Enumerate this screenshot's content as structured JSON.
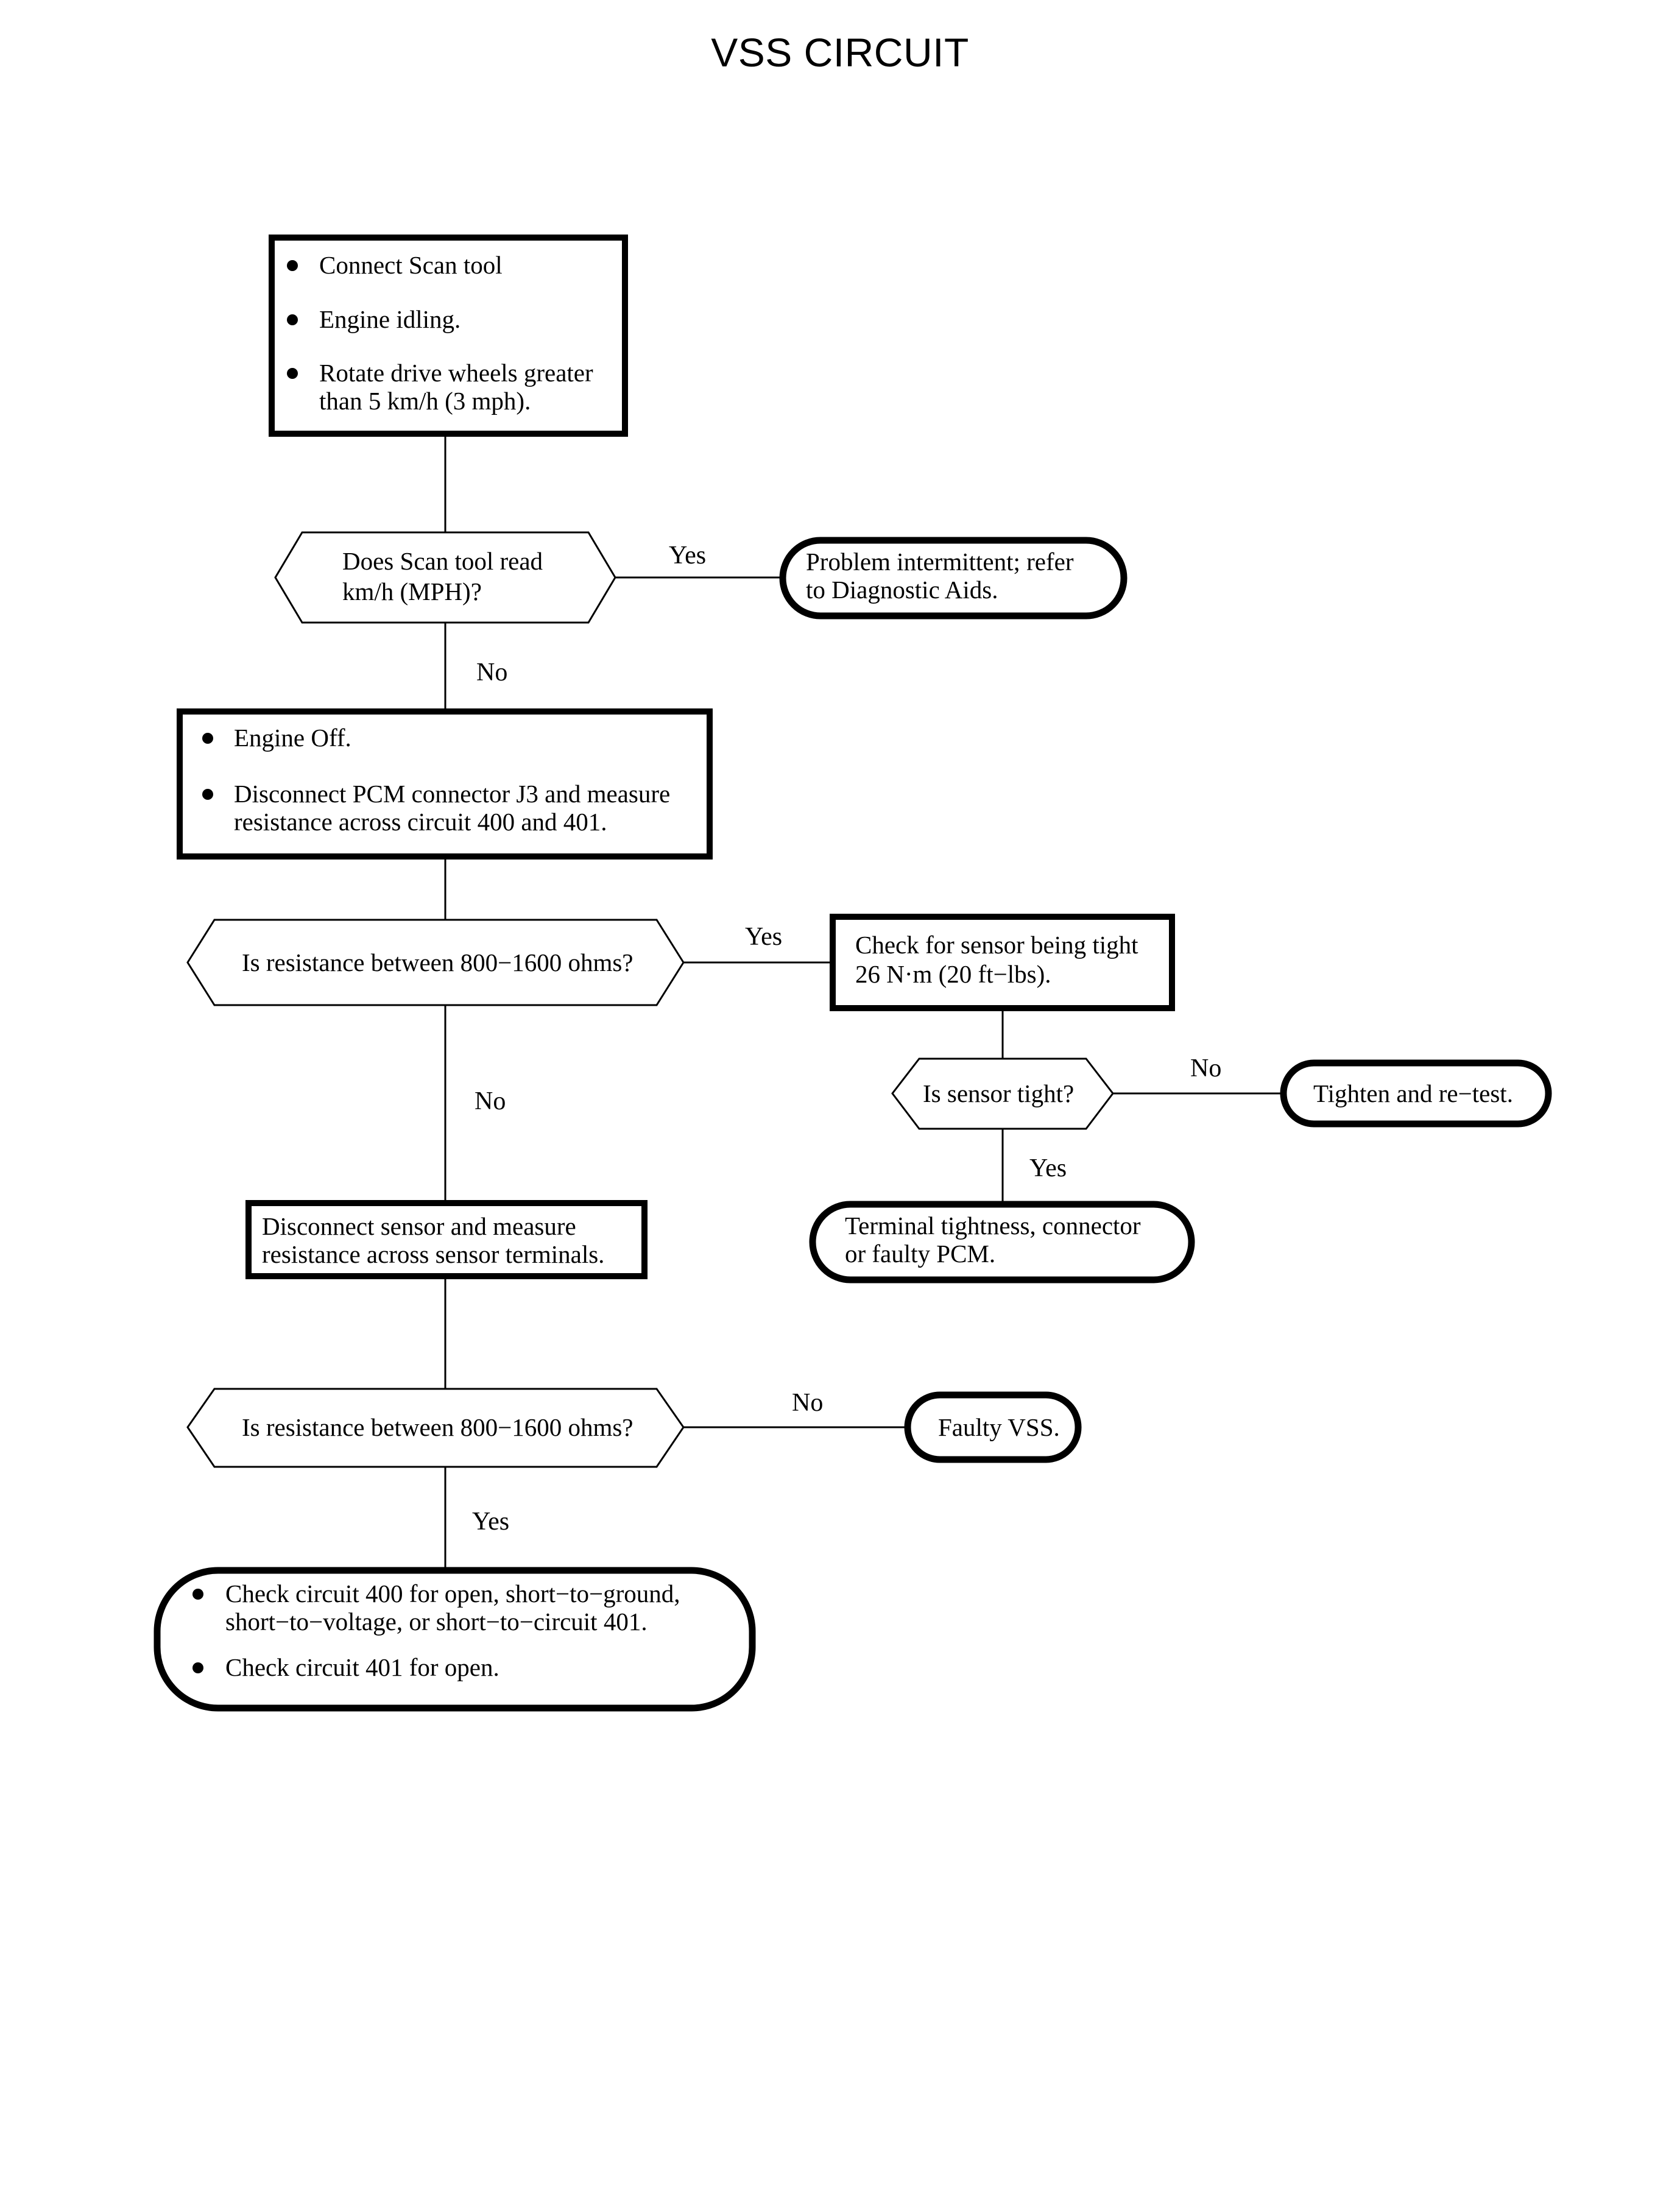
{
  "title": "VSS CIRCUIT",
  "diagram": {
    "type": "flowchart",
    "nodes": [
      {
        "id": "n1",
        "shape": "process",
        "name": "setup-steps-box",
        "bullets": [
          [
            "Connect Scan tool"
          ],
          [
            "Engine idling."
          ],
          [
            "Rotate drive wheels greater",
            "than 5 km/h (3 mph)."
          ]
        ]
      },
      {
        "id": "n2",
        "shape": "decision",
        "name": "scan-tool-reading-decision",
        "lines": [
          "Does Scan tool read",
          "km/h (MPH)?"
        ]
      },
      {
        "id": "n3",
        "shape": "terminator",
        "name": "problem-intermittent-terminator",
        "lines": [
          "Problem intermittent; refer",
          "to Diagnostic Aids."
        ]
      },
      {
        "id": "n4",
        "shape": "process",
        "name": "disconnect-pcm-box",
        "bullets": [
          [
            "Engine Off."
          ],
          [
            "Disconnect PCM connector J3 and measure",
            "resistance across circuit 400 and 401."
          ]
        ]
      },
      {
        "id": "n5",
        "shape": "decision",
        "name": "resistance-circuit-decision",
        "lines": [
          "Is resistance between 800−1600 ohms?"
        ]
      },
      {
        "id": "n6",
        "shape": "process",
        "name": "check-sensor-tight-box",
        "lines": [
          "Check for sensor being tight",
          "26 N·m (20 ft−lbs)."
        ]
      },
      {
        "id": "n7",
        "shape": "decision",
        "name": "sensor-tight-decision",
        "lines": [
          "Is sensor tight?"
        ]
      },
      {
        "id": "n8",
        "shape": "terminator",
        "name": "tighten-retest-terminator",
        "lines": [
          "Tighten and re−test."
        ]
      },
      {
        "id": "n9",
        "shape": "terminator",
        "name": "terminal-tightness-terminator",
        "lines": [
          "Terminal tightness, connector",
          "or faulty PCM."
        ]
      },
      {
        "id": "n10",
        "shape": "process",
        "name": "disconnect-sensor-box",
        "lines": [
          "Disconnect sensor and measure",
          "resistance across sensor terminals."
        ]
      },
      {
        "id": "n11",
        "shape": "decision",
        "name": "resistance-sensor-decision",
        "lines": [
          "Is resistance between 800−1600 ohms?"
        ]
      },
      {
        "id": "n12",
        "shape": "terminator",
        "name": "faulty-vss-terminator",
        "lines": [
          "Faulty VSS."
        ]
      },
      {
        "id": "n13",
        "shape": "terminator",
        "name": "check-circuits-terminator",
        "bullets": [
          [
            "Check circuit 400 for open, short−to−ground,",
            "short−to−voltage, or short−to−circuit 401."
          ],
          [
            "Check circuit 401 for open."
          ]
        ]
      }
    ],
    "edge_labels": {
      "e_n2_yes": "Yes",
      "e_n2_no": "No",
      "e_n5_yes": "Yes",
      "e_n5_no": "No",
      "e_n7_no": "No",
      "e_n7_yes": "Yes",
      "e_n11_no": "No",
      "e_n11_yes": "Yes"
    }
  }
}
